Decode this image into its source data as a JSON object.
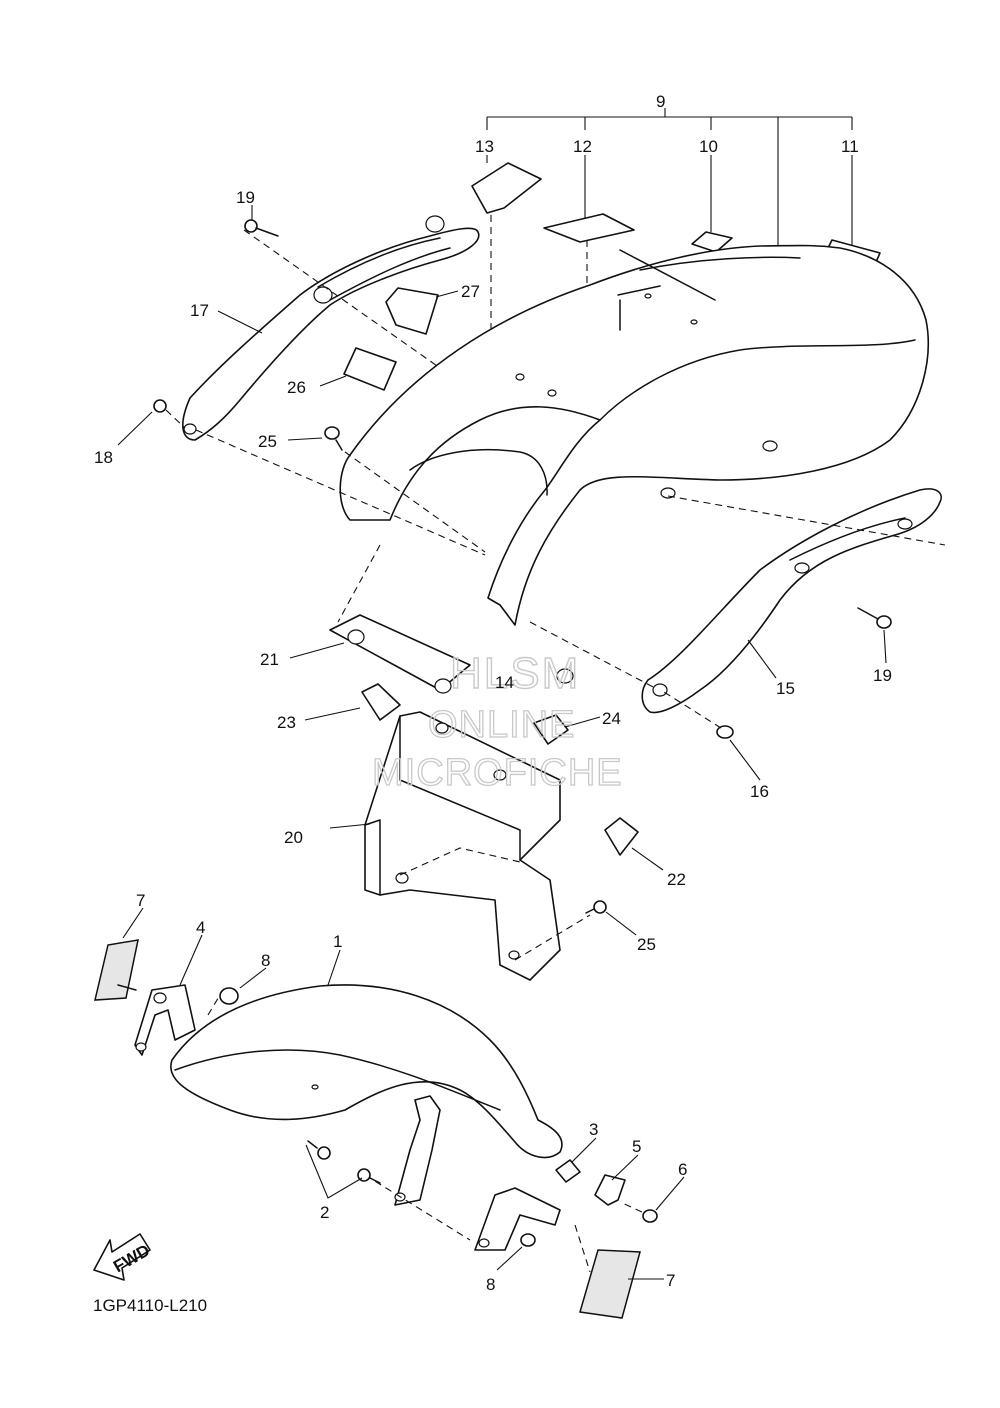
{
  "diagram": {
    "ref_code": "1GP4110-L210",
    "fwd_label": "FWD",
    "watermark": {
      "line1": "HLSM",
      "line2": "ONLINE",
      "line3": "MICROFICHE"
    }
  },
  "callouts": {
    "c1": "1",
    "c2": "2",
    "c3": "3",
    "c4": "4",
    "c5": "5",
    "c6": "6",
    "c7a": "7",
    "c7b": "7",
    "c8a": "8",
    "c8b": "8",
    "c9": "9",
    "c10": "10",
    "c11": "11",
    "c12": "12",
    "c13": "13",
    "c14": "14",
    "c15": "15",
    "c16": "16",
    "c17": "17",
    "c18": "18",
    "c19a": "19",
    "c19b": "19",
    "c20": "20",
    "c21": "21",
    "c22": "22",
    "c23": "23",
    "c24": "24",
    "c25a": "25",
    "c25b": "25",
    "c26": "26",
    "c27": "27"
  }
}
